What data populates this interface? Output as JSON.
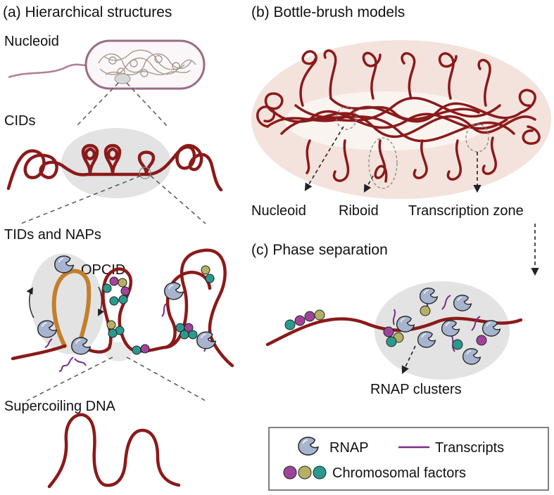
{
  "panels": {
    "a_title": "(a) Hierarchical structures",
    "b_title": "(b) Bottle-brush models",
    "c_title": "(c) Phase separation"
  },
  "labels": {
    "nucleoid_a": "Nucleoid",
    "cids": "CIDs",
    "tids_naps": "TIDs and NAPs",
    "opcid": "OPCID",
    "supercoiling": "Supercoiling DNA",
    "nucleoid_b": "Nucleoid",
    "riboid": "Riboid",
    "transcription_zone": "Transcription zone",
    "rnap_clusters": "RNAP clusters"
  },
  "legend": {
    "rnap": "RNAP",
    "transcripts": "Transcripts",
    "chromosomal_factors": "Chromosomal factors"
  },
  "colors": {
    "dna": "#8b1a1a",
    "transcript": "#7b2b8c",
    "rnap": "#a7b4cf",
    "factor_purple": "#a0449a",
    "factor_olive": "#b5b063",
    "factor_teal": "#2b9a8e",
    "domain_gray": "#e3e3e3",
    "brush_bg": "#f3e3dc",
    "opcid_orange": "#c47f2b"
  }
}
